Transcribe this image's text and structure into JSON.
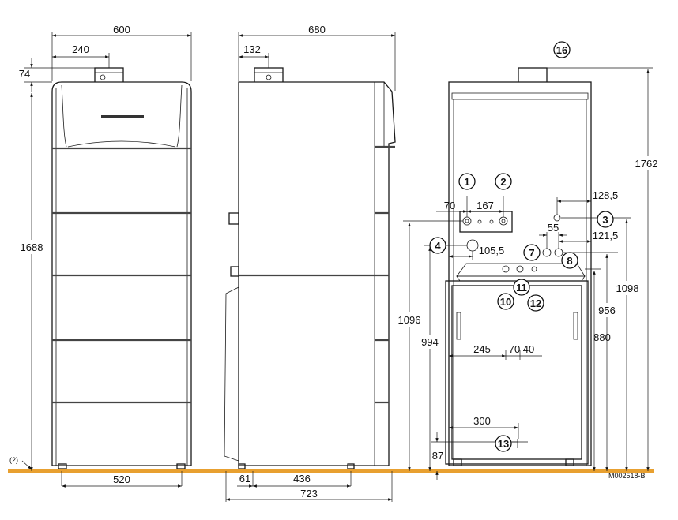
{
  "reference_code": "M002518-B",
  "front_view": {
    "width": "600",
    "flue_offset": "240",
    "flue_height": "74",
    "height": "1688",
    "feet_spacing": "520",
    "floor_note": "(2)"
  },
  "side_view": {
    "depth": "680",
    "flue_offset": "132",
    "foot_offset": "61",
    "feet_spacing": "436",
    "total_depth": "723"
  },
  "rear_view": {
    "conn_h_70": "70",
    "conn_spacing_167": "167",
    "dim_105_5": "105,5",
    "dim_128_5": "128,5",
    "dim_55": "55",
    "dim_121_5": "121,5",
    "height_1762": "1762",
    "height_1098": "1098",
    "height_1096": "1096",
    "height_994": "994",
    "height_956": "956",
    "height_880": "880",
    "dim_245": "245",
    "dim_70_40": "70 40",
    "dim_300": "300",
    "dim_87": "87"
  },
  "callouts": [
    "1",
    "2",
    "3",
    "4",
    "7",
    "8",
    "10",
    "11",
    "12",
    "13",
    "16"
  ],
  "colors": {
    "floor": "#e8a030",
    "line": "#1a1a1a"
  }
}
